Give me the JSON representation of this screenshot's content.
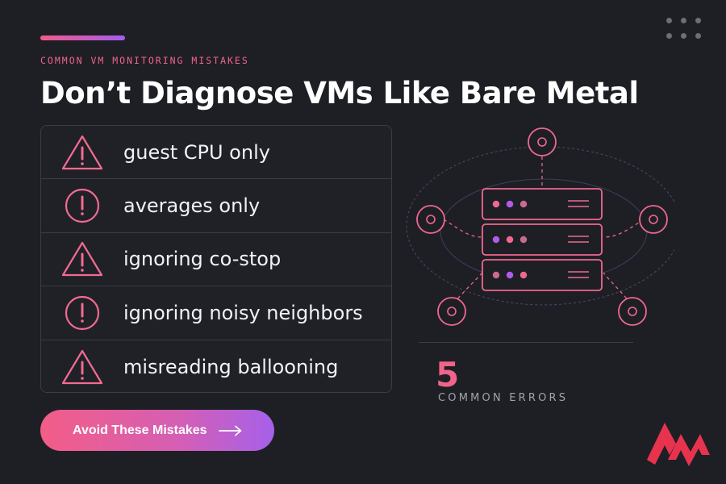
{
  "header": {
    "eyebrow": "COMMON VM MONITORING MISTAKES",
    "title": "Don’t Diagnose VMs Like Bare Metal"
  },
  "mistakes": [
    {
      "icon": "warning-triangle-icon",
      "label": "guest CPU only"
    },
    {
      "icon": "alert-circle-icon",
      "label": "averages only"
    },
    {
      "icon": "warning-triangle-icon",
      "label": "ignoring co-stop"
    },
    {
      "icon": "alert-circle-icon",
      "label": "ignoring noisy neighbors"
    },
    {
      "icon": "warning-triangle-icon",
      "label": "misreading ballooning"
    }
  ],
  "cta": {
    "label": "Avoid These Mistakes",
    "icon": "arrow-right-icon"
  },
  "stat": {
    "number": "5",
    "label": "COMMON ERRORS"
  },
  "illustration": {
    "icon": "server-rack-network-icon"
  },
  "menu": {
    "icon": "dots-grid-icon"
  },
  "brand": {
    "icon": "brand-logo-icon"
  },
  "colors": {
    "background": "#1e1f24",
    "accent_pink": "#f25c86",
    "accent_purple": "#a45cf0",
    "border": "#3b3c44",
    "text": "#f2f1f5",
    "muted": "#a2a3ab"
  }
}
